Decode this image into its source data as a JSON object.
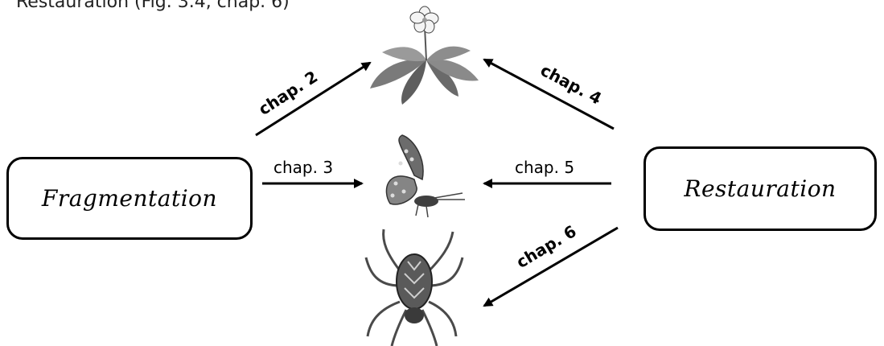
{
  "caption": "Restauration (Fig. 3.4, chap. 6)",
  "nodes": {
    "fragmentation": "Fragmentation",
    "restauration": "Restauration"
  },
  "edges": {
    "chap2": "chap. 2",
    "chap3": "chap. 3",
    "chap4": "chap. 4",
    "chap5": "chap. 5",
    "chap6": "chap. 6"
  },
  "icons": {
    "plant": "plant-icon",
    "butterfly": "butterfly-icon",
    "spider": "spider-icon"
  },
  "colors": {
    "line": "#000000",
    "organism": "#6f6f6f"
  }
}
